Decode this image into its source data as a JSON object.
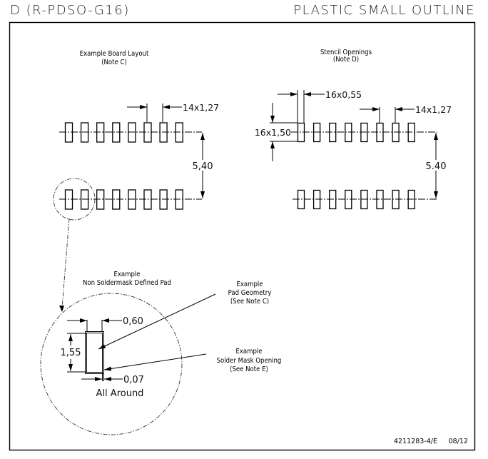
{
  "header": {
    "package_code": "D (R-PDSO-G16)",
    "package_type": "PLASTIC SMALL OUTLINE"
  },
  "board_layout": {
    "title": "Example Board Layout",
    "note": "(Note C)",
    "pads_per_row": 8,
    "rows": 2,
    "pitch_label": "14x1,27",
    "row_spacing_label": "5,40"
  },
  "stencil": {
    "title": "Stencil Openings",
    "note": "(Note D)",
    "pads_per_row": 8,
    "rows": 2,
    "width_label": "16x0,55",
    "length_label": "16x1,50",
    "pitch_label": "14x1,27",
    "row_spacing_label": "5.40"
  },
  "detail": {
    "title_line1": "Example",
    "title_line2": "Non Soldermask Defined Pad",
    "pad_width_label": "0,60",
    "pad_length_label": "1,55",
    "clearance_label": "0,07",
    "clearance_note": "All Around",
    "callouts": [
      {
        "line1": "Example",
        "line2": "Pad Geometry",
        "line3": "(See Note C)"
      },
      {
        "line1": "Example",
        "line2": "Solder Mask Opening",
        "line3": "(See Note E)"
      }
    ]
  },
  "footer": {
    "drawing_number": "4211283-4/E",
    "date": "08/12"
  }
}
